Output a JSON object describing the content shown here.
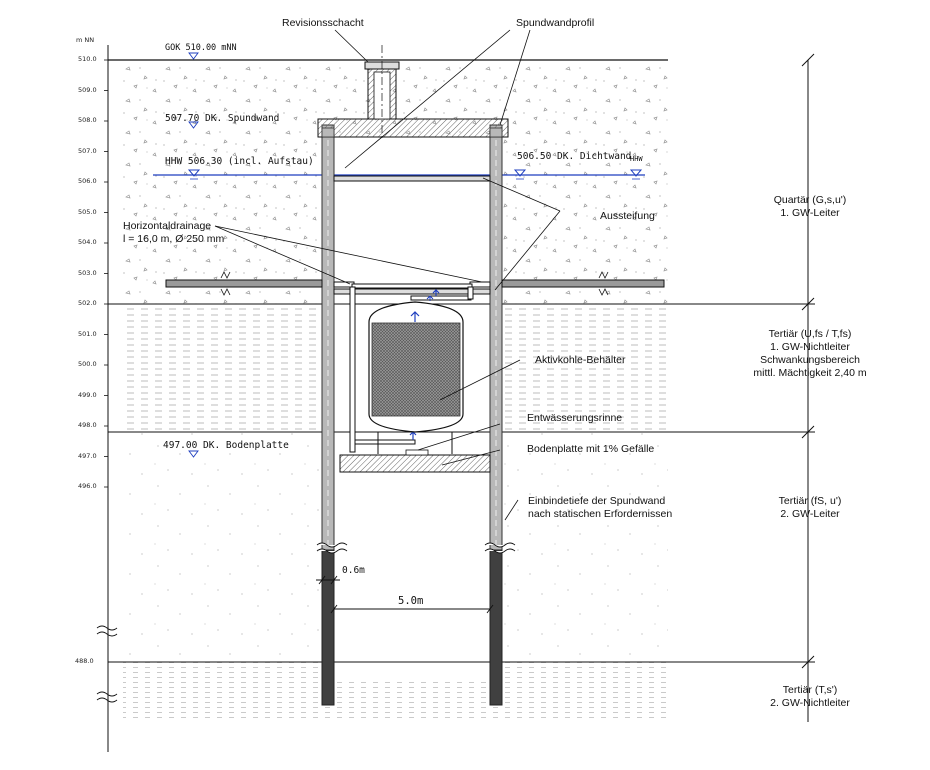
{
  "elevation_axis": {
    "unit": "m NN",
    "ticks": [
      "510.0",
      "509.0",
      "508.0",
      "507.0",
      "506.0",
      "505.0",
      "504.0",
      "503.0",
      "502.0",
      "501.0",
      "500.0",
      "499.0",
      "498.0",
      "497.0",
      "496.0"
    ],
    "bottom_tick": "488.0"
  },
  "levels": {
    "gok": "GOK 510.00 mNN",
    "dk_spundwand": "507.70 DK. Spundwand",
    "hhw": "HHW 506.30 (incl. Aufstau)",
    "dk_dichtwand": "506.50 DK. Dichtwand",
    "hhw_short": "HHW",
    "dk_bodenplatte": "497.00 DK. Bodenplatte"
  },
  "labels": {
    "revisionsschacht": "Revisionsschacht",
    "spundwandprofil": "Spundwandprofil",
    "aussteifung": "Aussteifung",
    "horizontaldrainage_1": "Horizontaldrainage",
    "horizontaldrainage_2": "l = 16,0 m, Ø 250 mm",
    "aktivkohle": "Aktivkohle-Behälter",
    "entwaesserungsrinne": "Entwässerungsrinne",
    "bodenplatte": "Bodenplatte mit 1% Gefälle",
    "einbindetiefe_1": "Einbindetiefe der Spundwand",
    "einbindetiefe_2": "nach statischen Erfordernissen",
    "dim_wall": "0.6m",
    "dim_width": "5.0m"
  },
  "strata": [
    {
      "lines": [
        "Quartär (G,s,u')",
        "1. GW-Leiter"
      ]
    },
    {
      "lines": [
        "Tertiär (U,fs / T,fs)",
        "1. GW-Nichtleiter",
        "Schwankungsbereich",
        "mittl. Mächtigkeit 2,40 m"
      ]
    },
    {
      "lines": [
        "Tertiär (fS, u')",
        "2. GW-Leiter"
      ]
    },
    {
      "lines": [
        "Tertiär  (T,s')",
        "2. GW-Nichtleiter"
      ]
    }
  ],
  "colors": {
    "line": "#111111",
    "water": "#1f3fbf",
    "pile": "#3c3c3c",
    "pile_light": "#b0b0b0",
    "hatch": "#555555"
  }
}
